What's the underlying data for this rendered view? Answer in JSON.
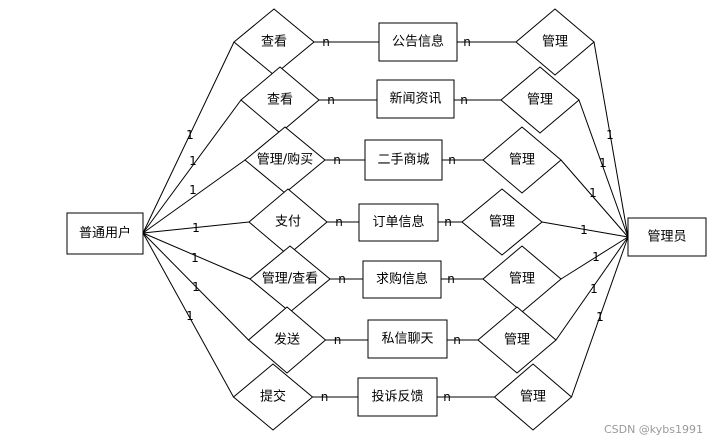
{
  "entities": {
    "user": "普通用户",
    "admin": "管理员"
  },
  "rows": [
    {
      "left_card": "1",
      "relation": "查看",
      "mid_card_left": "n",
      "entity": "公告信息",
      "mid_card_right": "n",
      "admin_relation": "管理",
      "right_card": "1"
    },
    {
      "left_card": "1",
      "relation": "查看",
      "mid_card_left": "n",
      "entity": "新闻资讯",
      "mid_card_right": "n",
      "admin_relation": "管理",
      "right_card": "1"
    },
    {
      "left_card": "1",
      "relation": "管理/购买",
      "mid_card_left": "n",
      "entity": "二手商城",
      "mid_card_right": "n",
      "admin_relation": "管理",
      "right_card": "1"
    },
    {
      "left_card": "1",
      "relation": "支付",
      "mid_card_left": "n",
      "entity": "订单信息",
      "mid_card_right": "n",
      "admin_relation": "管理",
      "right_card": "1"
    },
    {
      "left_card": "1",
      "relation": "管理/查看",
      "mid_card_left": "n",
      "entity": "求购信息",
      "mid_card_right": "n",
      "admin_relation": "管理",
      "right_card": "1"
    },
    {
      "left_card": "1",
      "relation": "发送",
      "mid_card_left": "n",
      "entity": "私信聊天",
      "mid_card_right": "n",
      "admin_relation": "管理",
      "right_card": "1"
    },
    {
      "left_card": "1",
      "relation": "提交",
      "mid_card_left": "n",
      "entity": "投诉反馈",
      "mid_card_right": "n",
      "admin_relation": "管理",
      "right_card": "1"
    }
  ],
  "watermark": "CSDN @kybs1991"
}
